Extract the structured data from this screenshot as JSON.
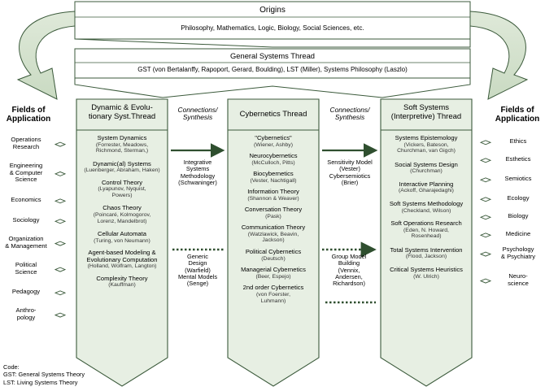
{
  "colors": {
    "fill": "#e7efe3",
    "stroke": "#3b5a3b",
    "arrow": "#2f4f2f"
  },
  "origins": {
    "title": "Origins",
    "subtitle": "Philosophy, Mathematics, Logic, Biology, Social Sciences, etc."
  },
  "gst_thread": {
    "title": "General Systems Thread",
    "subtitle": "GST (von Bertalanffy, Rapoport, Gerard, Boulding), LST (Miller), Systems Philosophy (Laszlo)"
  },
  "left_fields": {
    "title": [
      "Fields of",
      "Application"
    ],
    "items": [
      [
        "Operations",
        "Research"
      ],
      [
        "Engineering",
        "& Computer",
        "Science"
      ],
      [
        "Economics"
      ],
      [
        "Sociology"
      ],
      [
        "Organization",
        "& Management"
      ],
      [
        "Political",
        "Science"
      ],
      [
        "Pedagogy"
      ],
      [
        "Anthro-",
        "pology"
      ]
    ]
  },
  "right_fields": {
    "title": [
      "Fields of",
      "Application"
    ],
    "items": [
      [
        "Ethics"
      ],
      [
        "Esthetics"
      ],
      [
        "Semiotics"
      ],
      [
        "Ecology"
      ],
      [
        "Biology"
      ],
      [
        "Medicine"
      ],
      [
        "Psychology",
        "& Psychiatry"
      ],
      [
        "Neuro-",
        "science"
      ]
    ]
  },
  "columns": [
    {
      "title": [
        "Dynamic & Evolu-",
        "tionary Syst.Thread"
      ],
      "items": [
        {
          "title": "System Dynamics",
          "sub": [
            "(Forrester, Meadows,",
            "Richmond, Sterman,)"
          ]
        },
        {
          "title": "Dynamic(al) Systems",
          "sub": [
            "(Luenberger, Abraham, Haken)"
          ]
        },
        {
          "title": "Control Theory",
          "sub": [
            "(Lyapunov, Nyquist,",
            "Powers)"
          ]
        },
        {
          "title": "Chaos Theory",
          "sub": [
            "(Poincaré, Kolmogorov,",
            "Lorenz, Mandelbrot)"
          ]
        },
        {
          "title": "Cellular Automata",
          "sub": [
            "(Turing, von Neumann)"
          ]
        },
        {
          "title": "Agent-based Modeling &",
          "title2": "Evolutionary Computation",
          "sub": [
            "(Holland, Wolfram, Langton)"
          ]
        },
        {
          "title": "Complexity Theory",
          "sub": [
            "(Kauffman)"
          ]
        }
      ]
    },
    {
      "title": [
        "Cybernetics Thread"
      ],
      "items": [
        {
          "title": "\"Cybernetics\"",
          "sub": [
            "(Wiener, Ashby)"
          ]
        },
        {
          "title": "Neurocybernetics",
          "sub": [
            "(McCulloch, Pitts)"
          ]
        },
        {
          "title": "Biocybernetics",
          "sub": [
            "(Vester, Nachtigall)"
          ]
        },
        {
          "title": "Information Theory",
          "sub": [
            "(Shannon & Weaver)"
          ]
        },
        {
          "title": "Conversation Theory",
          "sub": [
            "(Pask)"
          ]
        },
        {
          "title": "Communication Theory",
          "sub": [
            "(Watzlawick, Beavin,",
            "Jackson)"
          ]
        },
        {
          "title": "Political Cybernetics",
          "sub": [
            "(Deutsch)"
          ]
        },
        {
          "title": "Managerial Cybernetics",
          "sub": [
            "(Beer, Espejo)"
          ]
        },
        {
          "title": "2nd order Cybernetics",
          "sub": [
            "(von Foerster,",
            "Luhmann)"
          ]
        }
      ]
    },
    {
      "title": [
        "Soft Systems",
        "(Interpretive) Thread"
      ],
      "items": [
        {
          "title": "Systems Epistemology",
          "sub": [
            "(Vickers, Bateson,",
            "Churchman, van Gigch)"
          ]
        },
        {
          "title": "Social Systems Design",
          "sub": [
            "(Churchman)"
          ]
        },
        {
          "title": "Interactive Planning",
          "sub": [
            "(Ackoff, Gharajedaghi)"
          ]
        },
        {
          "title": "Soft Systems Methodology",
          "sub": [
            "(Checkland, Wilson)"
          ]
        },
        {
          "title": "Soft Operations Research",
          "sub": [
            "(Eden, N. Howard,",
            "Rosenhead)"
          ]
        },
        {
          "title": "Total Systems Intervention",
          "sub": [
            "(Flood, Jackson)"
          ]
        },
        {
          "title": "Critical Systems Heuristics",
          "sub": [
            "(W. Ulrich)"
          ]
        }
      ]
    }
  ],
  "connections": [
    {
      "header": [
        "Connections/",
        "Synthesis"
      ],
      "upper": [
        "Integrative",
        "Systems",
        "Methodology",
        "(Schwaninger)"
      ],
      "lower": [
        "Generic",
        "Design",
        "(Warfield)",
        "Mental Models",
        "(Senge)"
      ]
    },
    {
      "header": [
        "Connections/",
        "Synthesis"
      ],
      "upper": [
        "Sensitivity Model",
        "(Vester)",
        "Cybersemiotics",
        "(Brier)"
      ],
      "lower": [
        "Group Model",
        "Building",
        "(Vennix,",
        "Andersen,",
        "Richardson)"
      ]
    }
  ],
  "code": {
    "lines": [
      "Code:",
      "GST: General Systems Theory",
      "LST: Living Systems Theory"
    ]
  }
}
